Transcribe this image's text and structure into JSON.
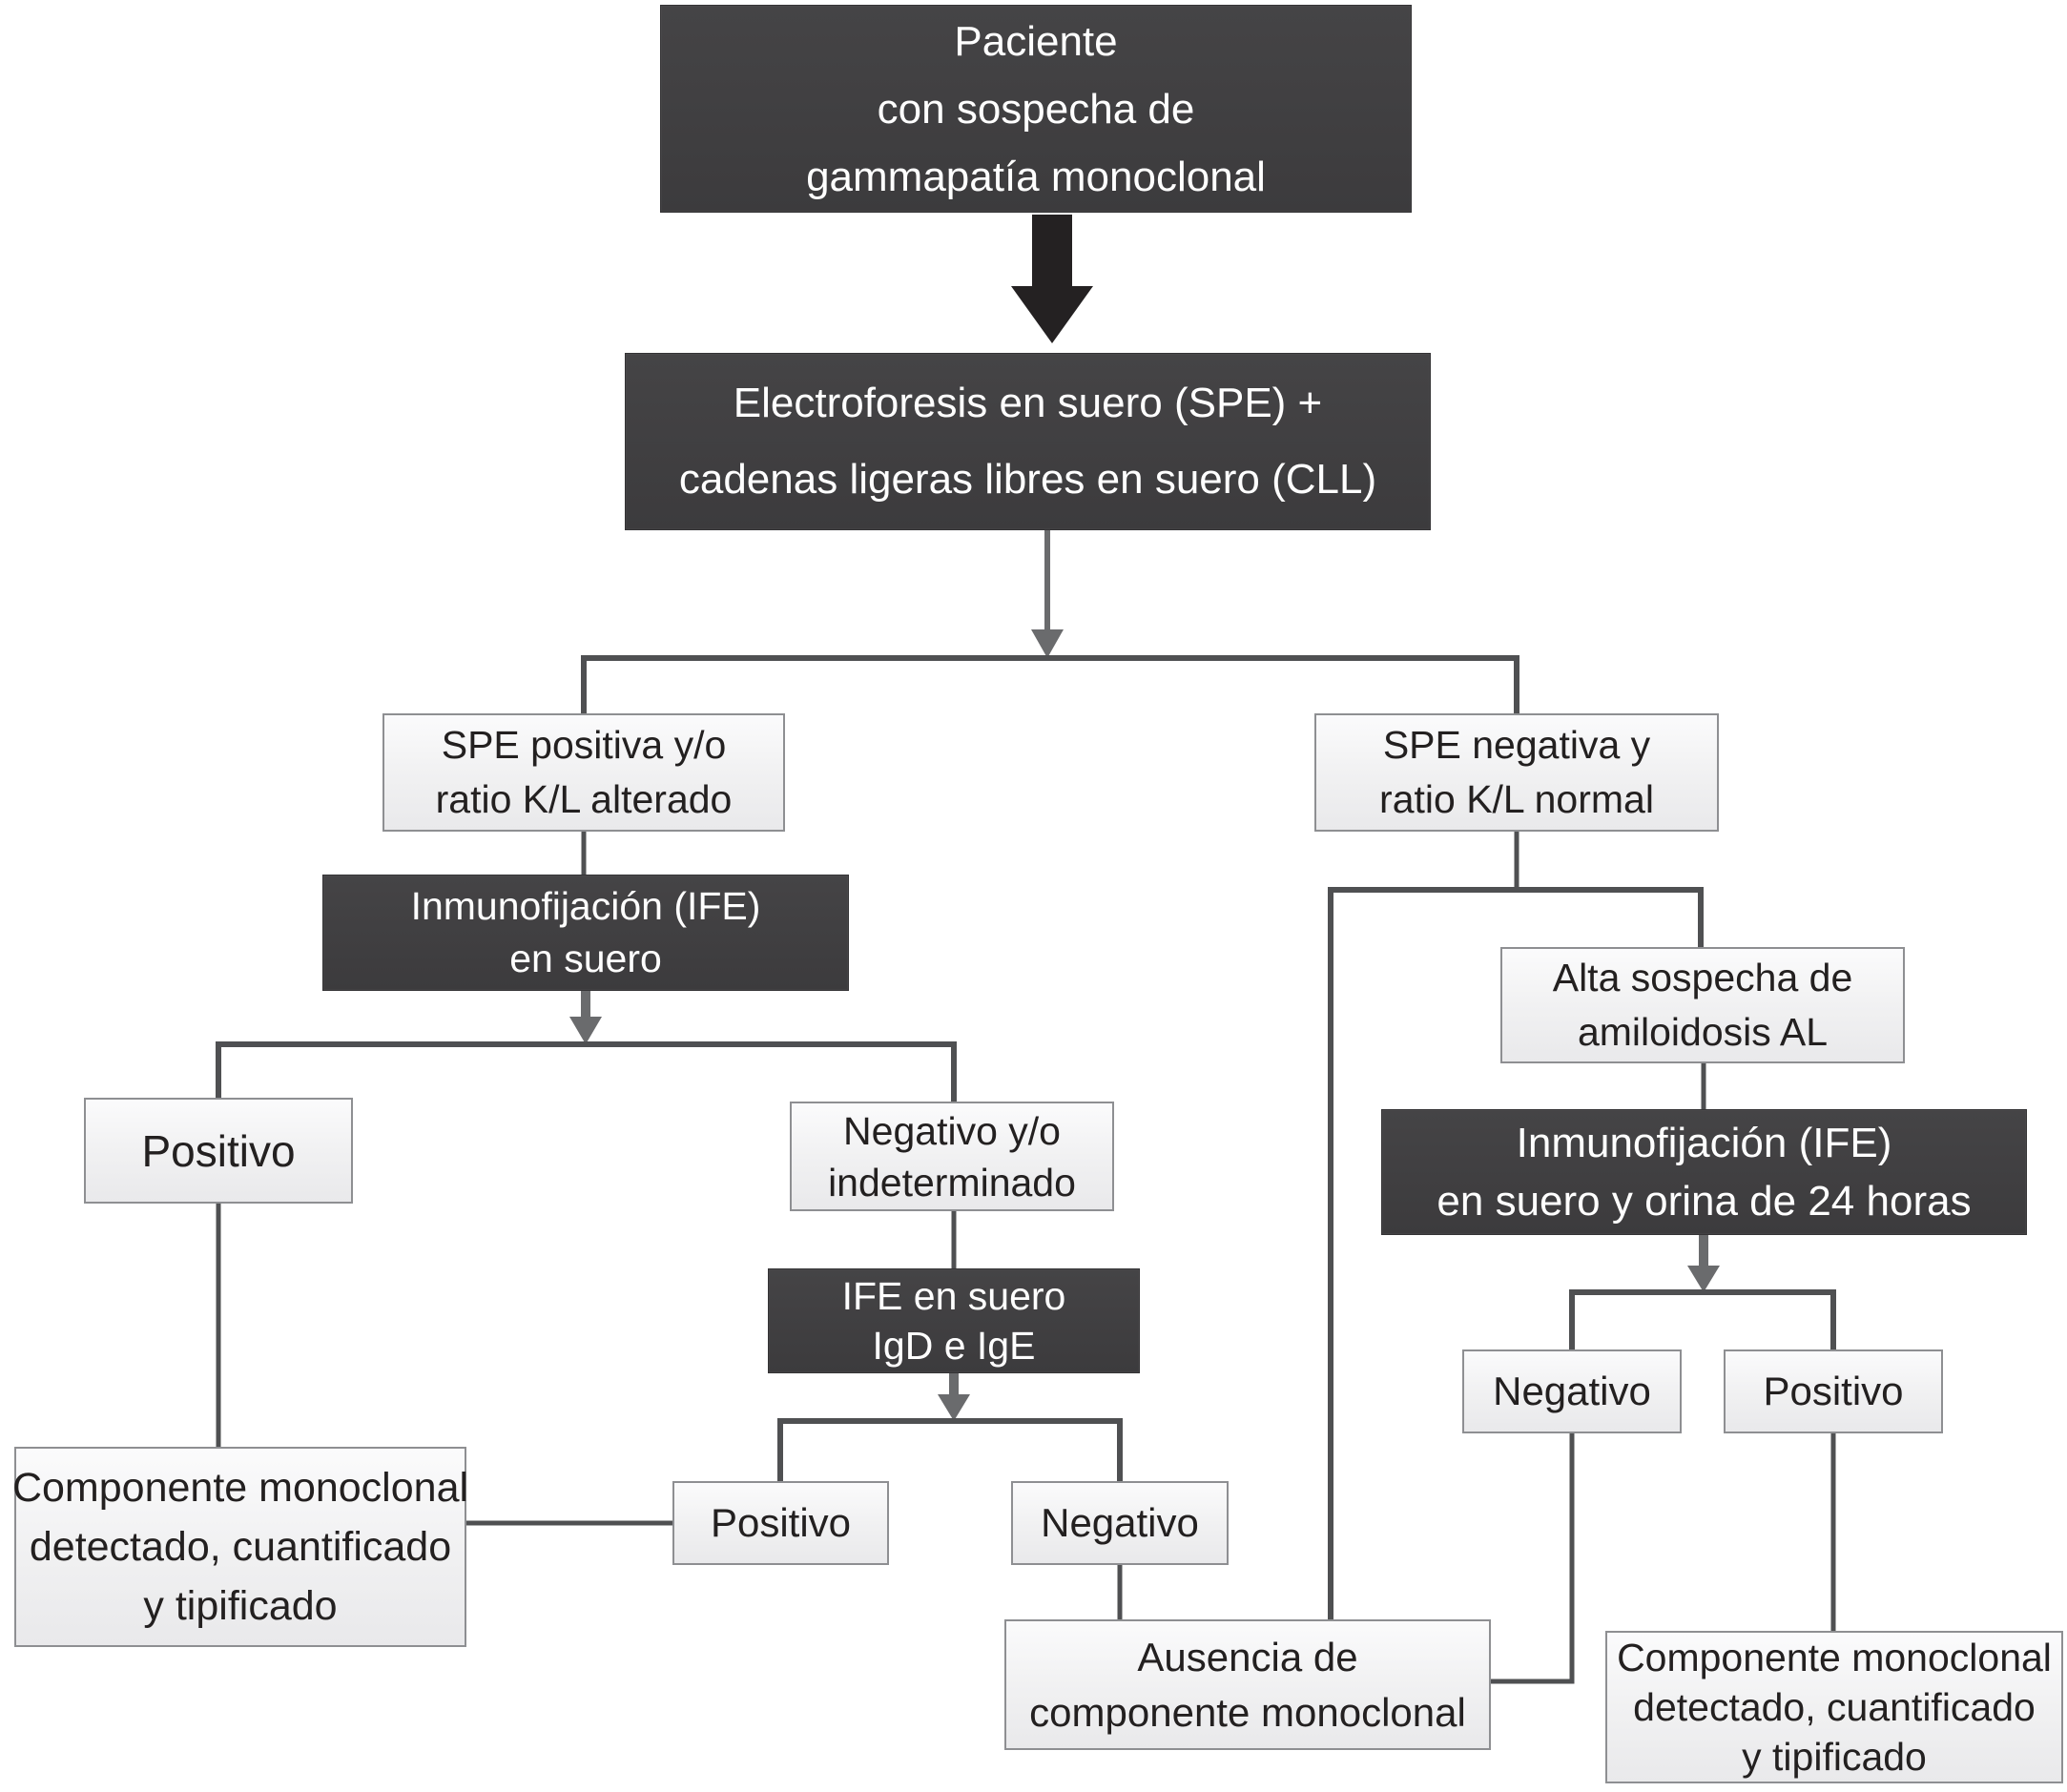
{
  "diagram_type": "flowchart",
  "language": "es",
  "colors": {
    "dark_box": "#414042",
    "dark_box_text": "#ffffff",
    "light_box_bg": "#f4f4f5",
    "light_box_border": "#8e8f92",
    "light_box_text": "#232020",
    "connector": "#4f5052",
    "arrow_gray": "#6a6b6d",
    "arrow_black": "#242122",
    "background": "#ffffff"
  },
  "nodes": {
    "paciente": {
      "type": "dark",
      "lines": [
        "Paciente",
        "con sospecha de",
        "gammapatía monoclonal"
      ]
    },
    "electroforesis": {
      "type": "dark",
      "lines": [
        "Electroforesis en suero (SPE) +",
        "cadenas ligeras libres en suero (CLL)"
      ]
    },
    "spe_positiva": {
      "type": "light",
      "lines": [
        "SPE positiva y/o",
        "ratio K/L alterado"
      ]
    },
    "spe_negativa": {
      "type": "light",
      "lines": [
        "SPE negativa y",
        "ratio K/L normal"
      ]
    },
    "ife_suero": {
      "type": "dark",
      "lines": [
        "Inmunofijación (IFE)",
        "en suero"
      ]
    },
    "positivo_izq": {
      "type": "light",
      "lines": [
        "Positivo"
      ]
    },
    "negativo_indeterminado": {
      "type": "light",
      "lines": [
        "Negativo y/o",
        "indeterminado"
      ]
    },
    "ife_igd_ige": {
      "type": "dark",
      "lines": [
        "IFE en suero",
        "IgD e IgE"
      ]
    },
    "positivo_centro": {
      "type": "light",
      "lines": [
        "Positivo"
      ]
    },
    "negativo_centro": {
      "type": "light",
      "lines": [
        "Negativo"
      ]
    },
    "componente_izq": {
      "type": "light",
      "lines": [
        "Componente monoclonal",
        "detectado, cuantificado",
        "y tipificado"
      ]
    },
    "alta_sospecha": {
      "type": "light",
      "lines": [
        "Alta sospecha de",
        "amiloidosis AL"
      ]
    },
    "ife_suero_orina": {
      "type": "dark",
      "lines": [
        "Inmunofijación (IFE)",
        "en suero y orina de 24 horas"
      ]
    },
    "negativo_der": {
      "type": "light",
      "lines": [
        "Negativo"
      ]
    },
    "positivo_der": {
      "type": "light",
      "lines": [
        "Positivo"
      ]
    },
    "ausencia": {
      "type": "light",
      "lines": [
        "Ausencia de",
        "componente monoclonal"
      ]
    },
    "componente_der": {
      "type": "light",
      "lines": [
        "Componente monoclonal",
        "detectado, cuantificado",
        "y tipificado"
      ]
    }
  }
}
